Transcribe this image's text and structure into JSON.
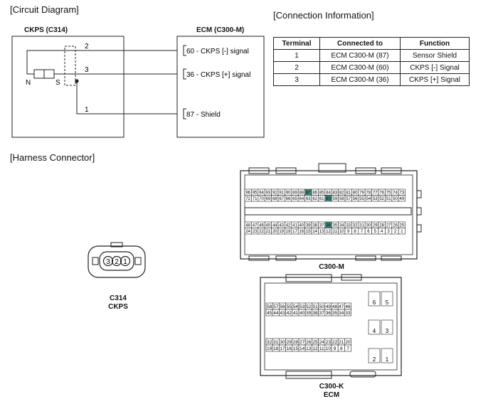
{
  "circuit": {
    "title": "[Circuit Diagram]",
    "left_box_label": "CKPS (C314)",
    "right_box_label": "ECM (C300-M)",
    "sensor_n": "N",
    "sensor_s": "S",
    "pins": [
      {
        "pin": "2",
        "target": "60 - CKPS [-] signal"
      },
      {
        "pin": "3",
        "target": "36 - CKPS [+] signal"
      },
      {
        "pin": "1",
        "target": "87 - Shield"
      }
    ]
  },
  "connection": {
    "title": "[Connection Information]",
    "headers": [
      "Terminal",
      "Connected to",
      "Function"
    ],
    "rows": [
      [
        "1",
        "ECM C300-M (87)",
        "Sensor Shield"
      ],
      [
        "2",
        "ECM C300-M (60)",
        "CKPS [-] Signal"
      ],
      [
        "3",
        "ECM C300-M (36)",
        "CKPS [+] Signal"
      ]
    ]
  },
  "harness": {
    "title": "[Harness Connector]",
    "c314": {
      "label": "C314",
      "sublabel": "CKPS",
      "pins": [
        "3",
        "2",
        "1"
      ]
    },
    "c300m": {
      "label": "C300-M",
      "highlight_pins": [
        "87",
        "60",
        "36"
      ],
      "highlight_color": "#3f8f86",
      "top_rows": [
        [
          "96",
          "95",
          "94",
          "93",
          "92",
          "91",
          "90",
          "89",
          "88",
          "87",
          "86",
          "85",
          "84",
          "83",
          "82",
          "81",
          "80",
          "79",
          "78",
          "77",
          "76",
          "75",
          "74",
          "73"
        ],
        [
          "72",
          "71",
          "70",
          "69",
          "68",
          "67",
          "66",
          "65",
          "64",
          "63",
          "62",
          "61",
          "60",
          "59",
          "58",
          "57",
          "56",
          "55",
          "54",
          "53",
          "52",
          "51",
          "50",
          "49"
        ]
      ],
      "bottom_rows": [
        [
          "48",
          "47",
          "46",
          "45",
          "44",
          "43",
          "42",
          "41",
          "40",
          "39",
          "38",
          "37",
          "36",
          "35",
          "34",
          "33",
          "32",
          "31",
          "30",
          "29",
          "28",
          "27",
          "26",
          "25"
        ],
        [
          "24",
          "23",
          "22",
          "21",
          "20",
          "19",
          "18",
          "17",
          "16",
          "15",
          "14",
          "13",
          "12",
          "11",
          "10",
          "9",
          "8",
          "7",
          "6",
          "5",
          "4",
          "3",
          "2",
          "1"
        ]
      ]
    },
    "c300k": {
      "label": "C300-K",
      "sublabel": "ECM",
      "rows": [
        [
          "58",
          "57",
          "56",
          "55",
          "54",
          "53",
          "52",
          "51",
          "50",
          "49",
          "48",
          "47",
          "46"
        ],
        [
          "45",
          "44",
          "43",
          "42",
          "41",
          "40",
          "39",
          "38",
          "37",
          "36",
          "35",
          "34",
          "33"
        ],
        [
          "32",
          "31",
          "30",
          "29",
          "28",
          "27",
          "26",
          "25",
          "24",
          "23",
          "22",
          "21",
          "20"
        ],
        [
          "19",
          "18",
          "17",
          "16",
          "15",
          "14",
          "13",
          "12",
          "11",
          "10",
          "9",
          "8",
          "7"
        ]
      ],
      "side_pins": [
        [
          "6",
          "5"
        ],
        [
          "4",
          "3"
        ],
        [
          "2",
          "1"
        ]
      ]
    }
  }
}
